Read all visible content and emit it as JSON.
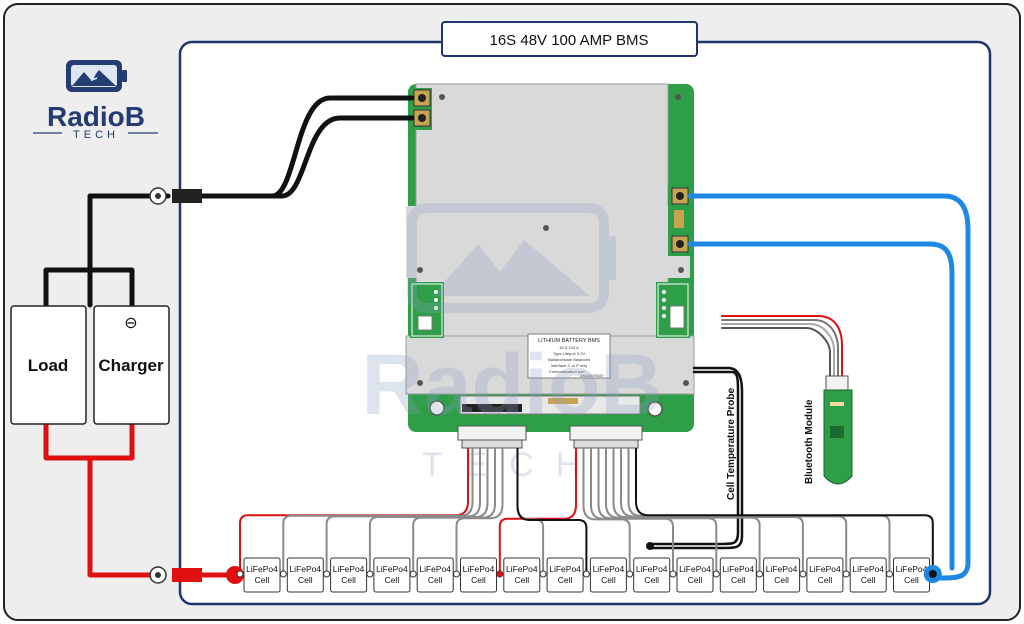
{
  "title": "16S 48V 100 AMP BMS",
  "logo": {
    "name": "RadioB",
    "sub": "TECH"
  },
  "watermark": {
    "name": "RadioB",
    "sub": "TECH"
  },
  "load_label": "Load",
  "charger_label": "Charger",
  "charger_symbol": "⊖",
  "bms_label": {
    "title": "LITHIUM BATTERY BMS",
    "line1": "16 S   100 A",
    "line2": "Type    Lifepo4  3.2V",
    "line3": "Ballancestate    Balanced",
    "line4": "Interface-C  or  P only",
    "line5": "Communication port       ...",
    "line6": "SN0255YE53Y"
  },
  "probe_label": "Cell Temperature Probe",
  "bluetooth_label": "Bluetooth Module",
  "cells": [
    {
      "l1": "LiFePo4",
      "l2": "Cell"
    },
    {
      "l1": "LiFePo4",
      "l2": "Cell"
    },
    {
      "l1": "LiFePo4",
      "l2": "Cell"
    },
    {
      "l1": "LiFePo4",
      "l2": "Cell"
    },
    {
      "l1": "LiFePo4",
      "l2": "Cell"
    },
    {
      "l1": "LiFePo4",
      "l2": "Cell"
    },
    {
      "l1": "LiFePo4",
      "l2": "Cell"
    },
    {
      "l1": "LiFePo4",
      "l2": "Cell"
    },
    {
      "l1": "LiFePo4",
      "l2": "Cell"
    },
    {
      "l1": "LiFePo4",
      "l2": "Cell"
    },
    {
      "l1": "LiFePo4",
      "l2": "Cell"
    },
    {
      "l1": "LiFePo4",
      "l2": "Cell"
    },
    {
      "l1": "LiFePo4",
      "l2": "Cell"
    },
    {
      "l1": "LiFePo4",
      "l2": "Cell"
    },
    {
      "l1": "LiFePo4",
      "l2": "Cell"
    },
    {
      "l1": "LiFePo4",
      "l2": "Cell"
    }
  ],
  "colors": {
    "frame": "#1f3470",
    "black_wire": "#111111",
    "red_wire": "#e01010",
    "blue_wire": "#1e88e5",
    "grey_wire": "#8a8a8a",
    "pcb": "#2e9e48",
    "bms_plate": "#d8d8d8",
    "logo_navy": "#243b73"
  }
}
